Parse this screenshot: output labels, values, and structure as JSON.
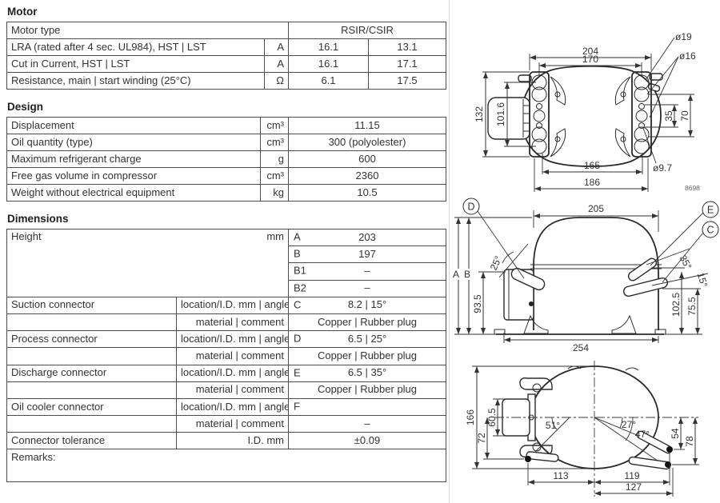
{
  "motor": {
    "title": "Motor",
    "type_label": "Motor type",
    "type_value": "RSIR/CSIR",
    "rows": [
      {
        "label": "LRA (rated after 4 sec. UL984), HST | LST",
        "unit": "A",
        "v1": "16.1",
        "v2": "13.1"
      },
      {
        "label": "Cut in Current, HST | LST",
        "unit": "A",
        "v1": "16.1",
        "v2": "17.1"
      },
      {
        "label": "Resistance, main | start winding (25°C)",
        "unit": "Ω",
        "v1": "6.1",
        "v2": "17.5"
      }
    ]
  },
  "design": {
    "title": "Design",
    "rows": [
      {
        "label": "Displacement",
        "unit": "cm³",
        "value": "11.15"
      },
      {
        "label": "Oil quantity (type)",
        "unit": "cm³",
        "value": "300 (polyolester)"
      },
      {
        "label": "Maximum refrigerant charge",
        "unit": "g",
        "value": "600"
      },
      {
        "label": "Free gas volume in compressor",
        "unit": "cm³",
        "value": "2360"
      },
      {
        "label": "Weight without electrical equipment",
        "unit": "kg",
        "value": "10.5"
      }
    ]
  },
  "dimensions": {
    "title": "Dimensions",
    "height": {
      "label": "Height",
      "unit": "mm",
      "rows": [
        {
          "key": "A",
          "value": "203"
        },
        {
          "key": "B",
          "value": "197"
        },
        {
          "key": "B1",
          "value": "–"
        },
        {
          "key": "B2",
          "value": "–"
        }
      ]
    },
    "connectors": [
      {
        "label": "Suction connector",
        "sub": "location/I.D. mm | angle",
        "key": "C",
        "value": "8.2 | 15°",
        "sub2": "material | comment",
        "value2": "Copper | Rubber plug"
      },
      {
        "label": "Process connector",
        "sub": "location/I.D. mm | angle",
        "key": "D",
        "value": "6.5 | 25°",
        "sub2": "material | comment",
        "value2": "Copper | Rubber plug"
      },
      {
        "label": "Discharge connector",
        "sub": "location/I.D. mm | angle",
        "key": "E",
        "value": "6.5 | 35°",
        "sub2": "material | comment",
        "value2": "Copper | Rubber plug"
      },
      {
        "label": "Oil cooler connector",
        "sub": "location/I.D. mm | angle",
        "key": "F",
        "value": "",
        "sub2": "material | comment",
        "value2": "–"
      }
    ],
    "tolerance": {
      "label": "Connector tolerance",
      "sub": "I.D. mm",
      "value": "±0.09"
    },
    "remarks_label": "Remarks:"
  },
  "drawings": {
    "code": "8698",
    "top_view": {
      "w204": "204",
      "w170": "170",
      "h132": "132",
      "h101": "101.6",
      "h35": "35",
      "h70": "70",
      "w165": "165",
      "w186": "186",
      "dia19": "ø19",
      "dia16": "ø16",
      "dia97": "ø9.7"
    },
    "front_view": {
      "w205": "205",
      "labelA": "A",
      "labelB": "B",
      "labelC": "C",
      "labelD": "D",
      "labelE": "E",
      "ang25": "25°",
      "h935": "93.5",
      "ang35": "35°",
      "ang15": "15°",
      "h1025": "102.5",
      "h755": "75.5",
      "w254": "254"
    },
    "plan_view": {
      "h166": "166",
      "h605": "60.5",
      "h72": "72",
      "ang51": "51°",
      "ang27": "27°",
      "ang47": "47°",
      "h54": "54",
      "h78": "78",
      "w113": "113",
      "w119": "119",
      "w127": "127"
    }
  }
}
